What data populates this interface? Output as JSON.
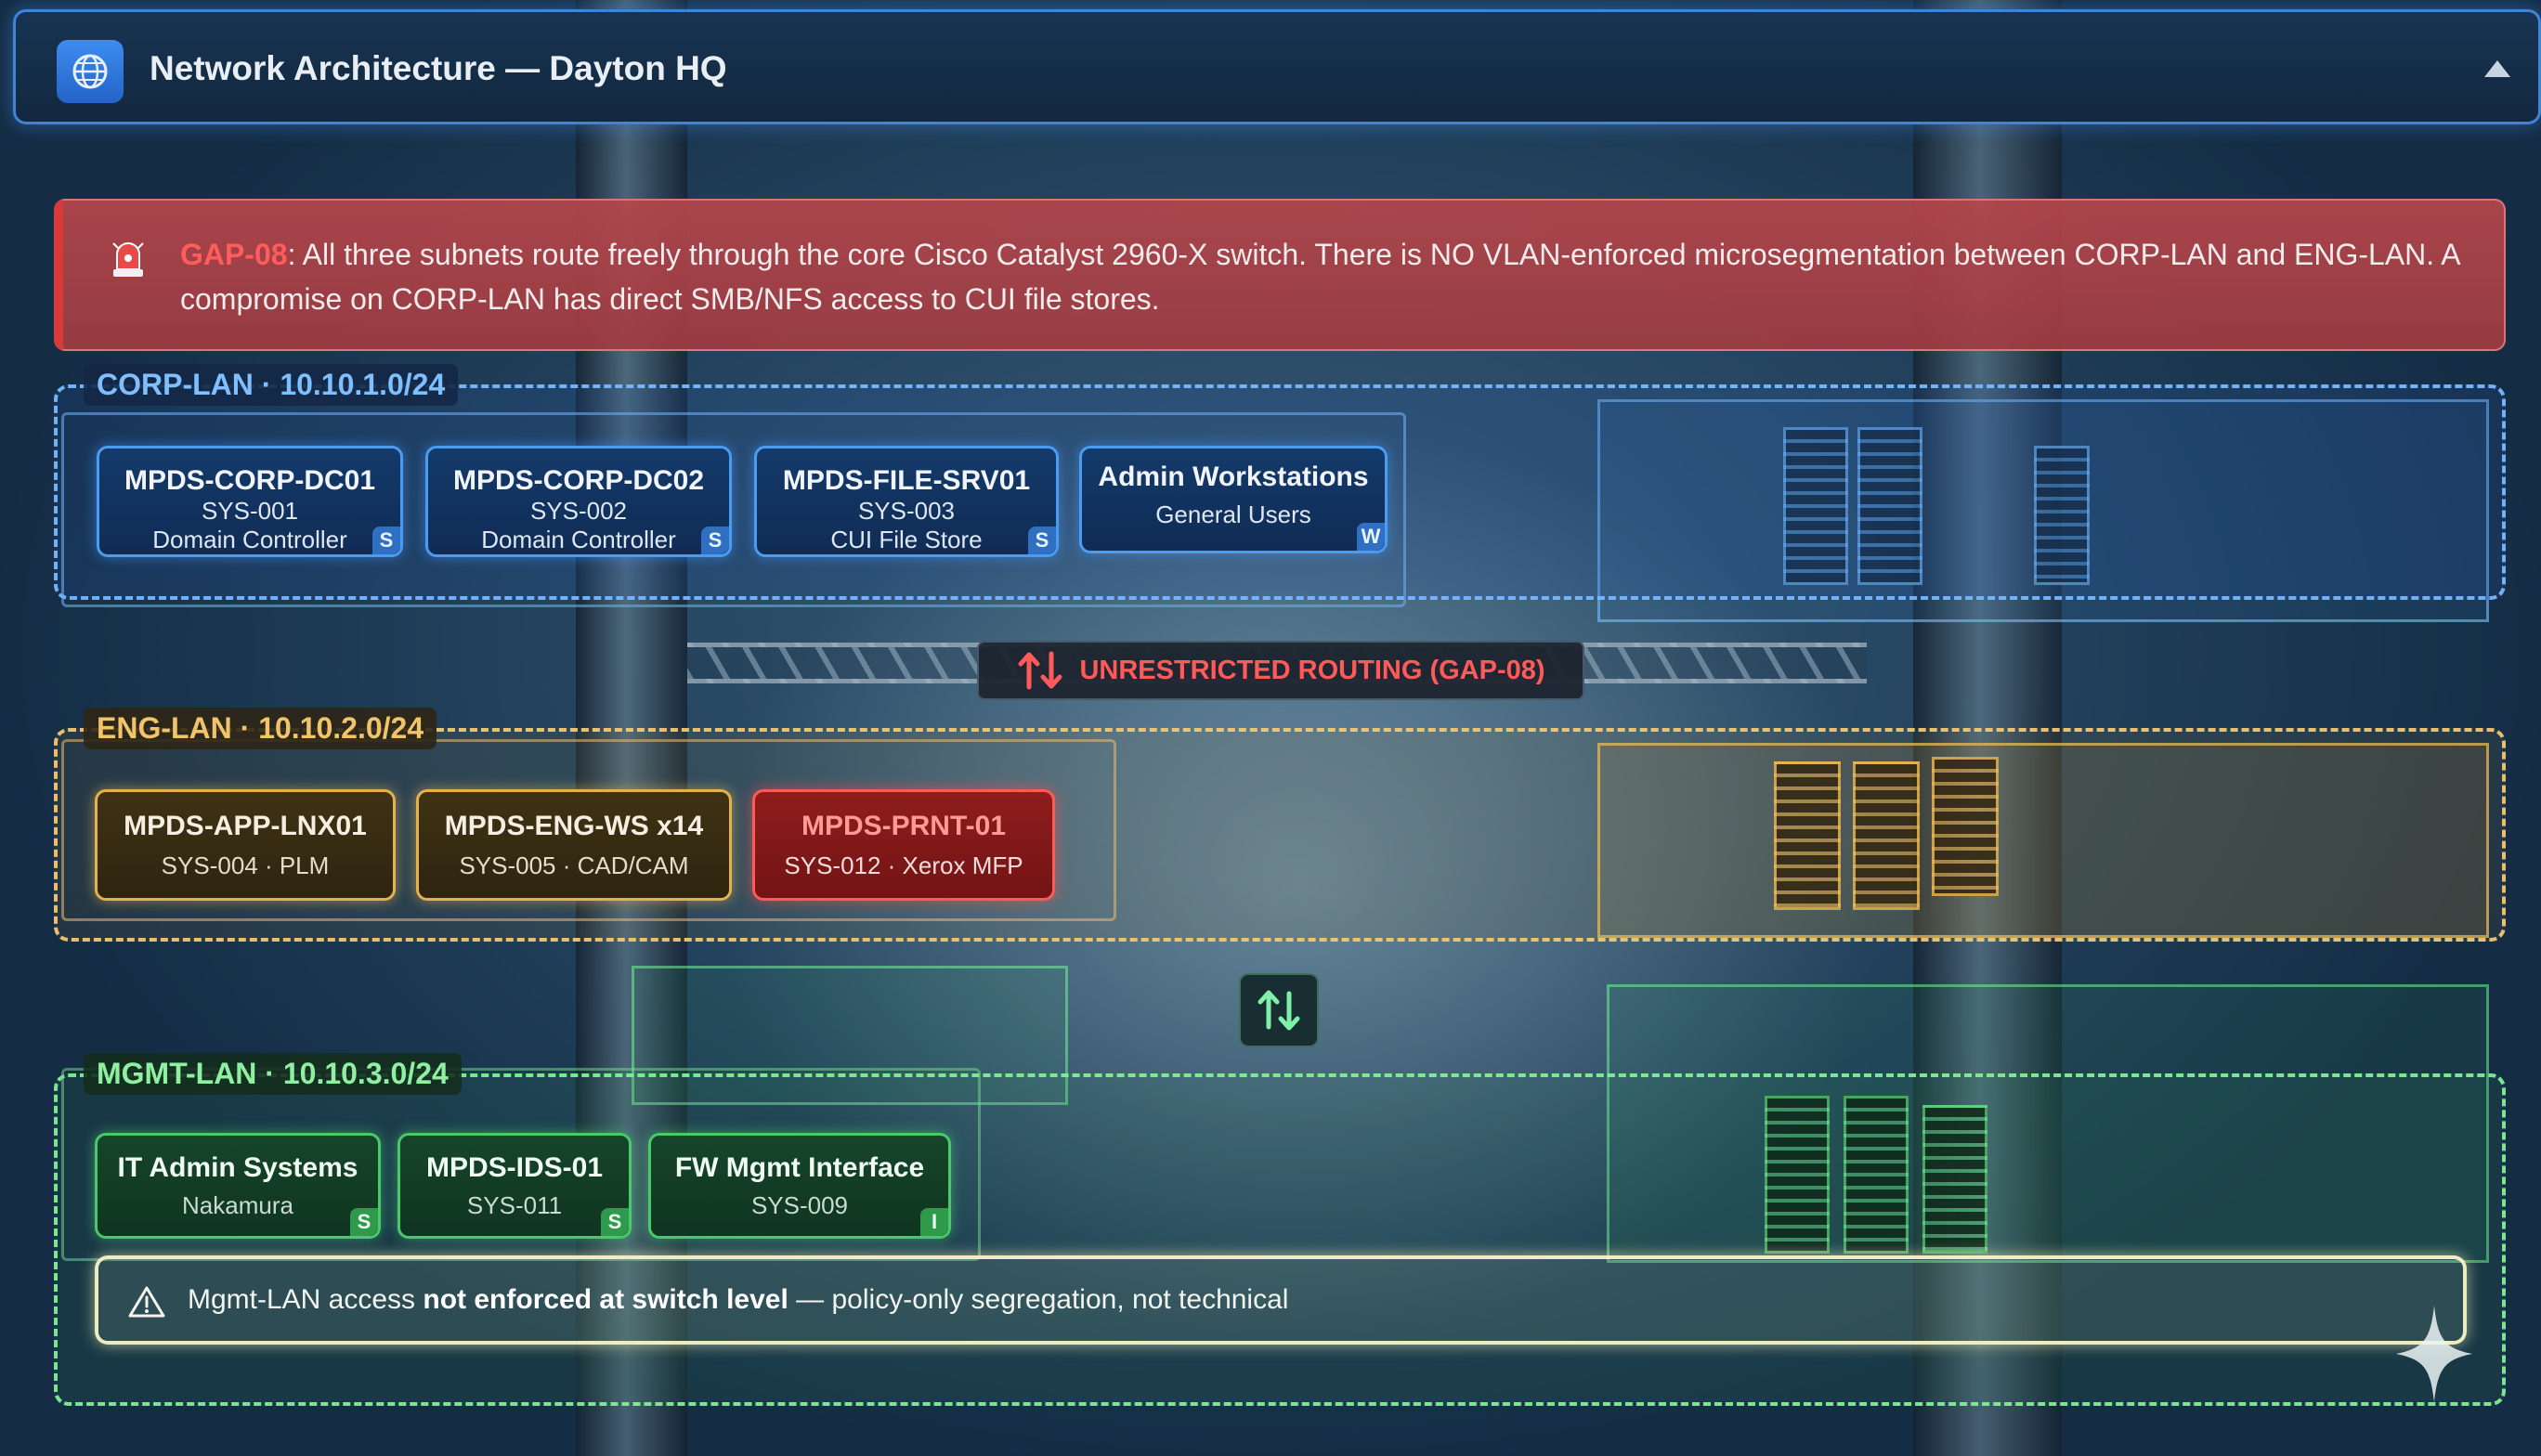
{
  "window": {
    "title": "Network Architecture — Dayton HQ",
    "app_icon": "globe-icon",
    "collapse_icon": "caret-up-icon"
  },
  "alert": {
    "icon": "alert-siren-icon",
    "code": "GAP-08",
    "message": ": All three subnets route freely through the core Cisco Catalyst 2960-X switch. There is NO VLAN-enforced microsegmentation between CORP-LAN and ENG-LAN. A compromise on CORP-LAN has direct SMB/NFS access to CUI file stores."
  },
  "zones": {
    "corp": {
      "label": "CORP-LAN · 10.10.1.0/24",
      "nodes": [
        {
          "name": "MPDS-CORP-DC01",
          "id": "SYS-001",
          "role": "Domain Controller",
          "badge": "S"
        },
        {
          "name": "MPDS-CORP-DC02",
          "id": "SYS-002",
          "role": "Domain Controller",
          "badge": "S"
        },
        {
          "name": "MPDS-FILE-SRV01",
          "id": "SYS-003",
          "role": "CUI File Store",
          "badge": "S"
        },
        {
          "name": "Admin Workstations",
          "role": "General Users",
          "badge": "W"
        }
      ]
    },
    "eng": {
      "label": "ENG-LAN · 10.10.2.0/24",
      "nodes": [
        {
          "name": "MPDS-APP-LNX01",
          "detail": "SYS-004 · PLM"
        },
        {
          "name": "MPDS-ENG-WS x14",
          "detail": "SYS-005 · CAD/CAM"
        },
        {
          "name": "MPDS-PRNT-01",
          "detail": "SYS-012 · Xerox MFP"
        }
      ]
    },
    "mgmt": {
      "label": "MGMT-LAN · 10.10.3.0/24",
      "nodes": [
        {
          "name": "IT Admin Systems",
          "detail": "Nakamura",
          "badge": "S"
        },
        {
          "name": "MPDS-IDS-01",
          "detail": "SYS-011",
          "badge": "S"
        },
        {
          "name": "FW Mgmt Interface",
          "detail": "SYS-009",
          "badge": "I"
        }
      ]
    }
  },
  "routing": {
    "label": "UNRESTRICTED ROUTING (GAP-08)",
    "icon": "bidirectional-arrows-icon",
    "color": "#ff5a5a"
  },
  "link_icon": "up-down-arrows-icon",
  "warning": {
    "icon": "warning-triangle-icon",
    "prefix": "Mgmt-LAN access ",
    "emphasis": "not enforced at switch level",
    "suffix": " — policy-only segregation, not technical"
  },
  "colors": {
    "corp": "#4a9cf0",
    "eng": "#e3b24a",
    "mgmt": "#49c96a",
    "alert": "#d83a3a"
  }
}
